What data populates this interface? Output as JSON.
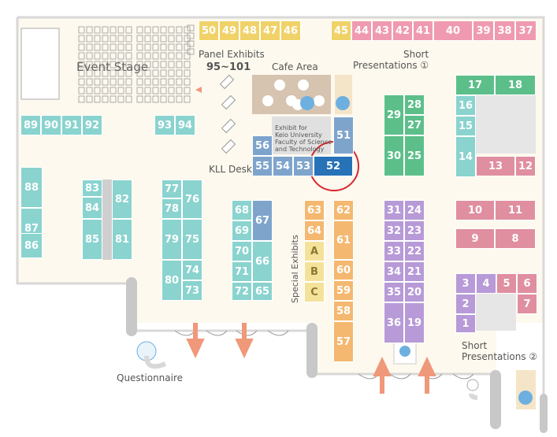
{
  "labels": {
    "event_stage": "Event Stage",
    "panel_exhibits": "Panel Exhibits",
    "panel_range": "95~101",
    "cafe_area": "Cafe Area",
    "short_presentations_1": "Short\nPresentations ①",
    "kll_desk": "KLL Desk",
    "keio_exhibit": "Exhibit for\nKeio University\nFaculty of Science\nand Technology",
    "special_exhibits": "Special Exhibits",
    "short_presentations_2": "Short\nPresentations ②",
    "questionnaire": "Questionnaire"
  },
  "colors": {
    "floor": "#fdf9ee",
    "wall": "#cccccc",
    "yellow": "#f0d268",
    "pink": "#ef9ab0",
    "teal": "#8ad3cf",
    "green": "#5cbf8a",
    "blue": "#7ea4cc",
    "selected": "#2872b8",
    "orange": "#f4b870",
    "lightyellow": "#f5e29a",
    "purple": "#b79ad7",
    "rose": "#e08fa0",
    "highlight_ring": "#d8262e",
    "arrow": "#f0987a"
  },
  "booths": {
    "top_yellow": [
      "50",
      "49",
      "48",
      "47",
      "46",
      "45"
    ],
    "top_pink": [
      "44",
      "43",
      "42",
      "41",
      "40",
      "39",
      "38",
      "37"
    ],
    "left_teal": [
      "89",
      "90",
      "91",
      "92",
      "93",
      "94"
    ],
    "col88": [
      "88",
      "87",
      "86"
    ],
    "col83": [
      "83",
      "84",
      "85",
      "82",
      "81"
    ],
    "col77": [
      "77",
      "78",
      "79",
      "80",
      "76",
      "75",
      "74",
      "73"
    ],
    "col68": [
      "68",
      "69",
      "70",
      "71",
      "72",
      "67",
      "66",
      "65"
    ],
    "blue_cafe": [
      "56",
      "55",
      "54",
      "53",
      "51"
    ],
    "selected_booth": "52",
    "special": [
      "A",
      "B",
      "C"
    ],
    "orange_left": [
      "63",
      "64"
    ],
    "orange_right": [
      "62",
      "61",
      "60",
      "59",
      "58",
      "57"
    ],
    "green": [
      "28",
      "29",
      "27",
      "30",
      "25"
    ],
    "purple_col": [
      "31",
      "24",
      "32",
      "23",
      "33",
      "22",
      "34",
      "21",
      "35",
      "20",
      "36",
      "19"
    ],
    "right_top_green": [
      "17",
      "18"
    ],
    "right_teal": [
      "16",
      "15",
      "14"
    ],
    "right_pink_13": [
      "13",
      "12"
    ],
    "right_pink_mid": [
      "10",
      "11",
      "9",
      "8"
    ],
    "right_purple": [
      "3",
      "4",
      "2",
      "1"
    ],
    "right_pink_low": [
      "5",
      "6",
      "7"
    ]
  }
}
